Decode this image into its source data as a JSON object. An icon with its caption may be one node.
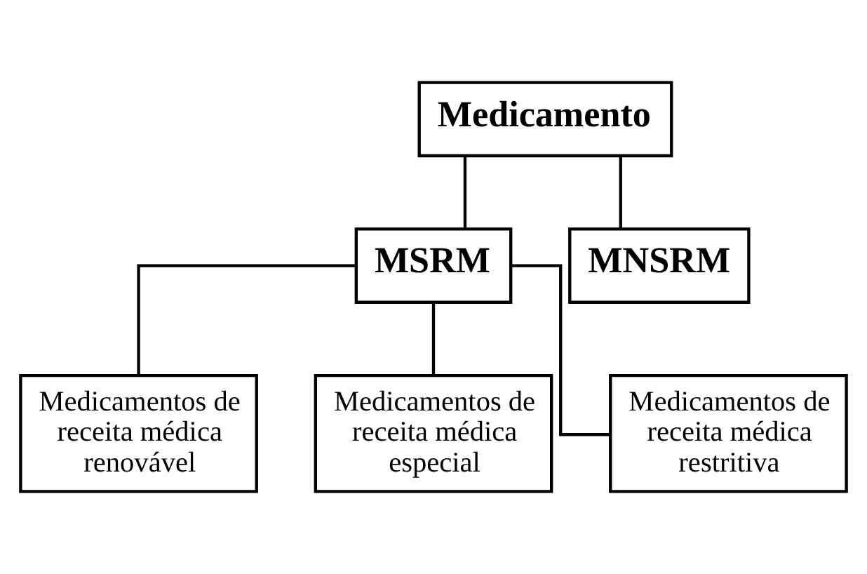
{
  "diagram": {
    "nodes": [
      {
        "text": [
          "Medicamento"
        ]
      },
      {
        "text": [
          "MSRM"
        ]
      },
      {
        "text": [
          "MNSRM"
        ]
      },
      {
        "text": [
          "Medicamentos de receita médica renovável"
        ]
      },
      {
        "text": [
          "Medicamentos de receita médica especial"
        ]
      },
      {
        "text": [
          "Medicamentos de receita médica restritiva"
        ]
      }
    ],
    "edges": [
      {
        "from": 0,
        "to": 1,
        "arrow": "none"
      },
      {
        "from": 0,
        "to": 2,
        "arrow": "none"
      },
      {
        "from": 1,
        "to": 3,
        "arrow": "none"
      },
      {
        "from": 1,
        "to": 4,
        "arrow": "none"
      },
      {
        "from": 1,
        "to": 5,
        "arrow": "none"
      }
    ]
  }
}
